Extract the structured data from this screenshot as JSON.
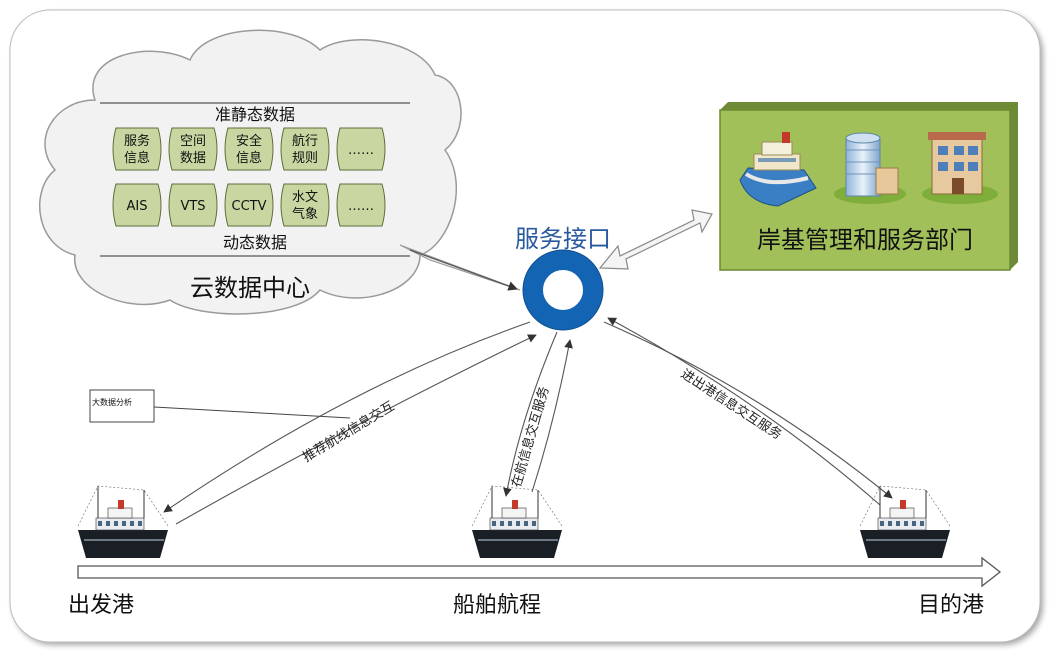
{
  "cloud": {
    "static_title": "准静态数据",
    "static_items": [
      {
        "line1": "服务",
        "line2": "信息"
      },
      {
        "line1": "空间",
        "line2": "数据"
      },
      {
        "line1": "安全",
        "line2": "信息"
      },
      {
        "line1": "航行",
        "line2": "规则"
      },
      {
        "line1": "……",
        "line2": ""
      }
    ],
    "dynamic_items": [
      {
        "line1": "AIS",
        "line2": ""
      },
      {
        "line1": "VTS",
        "line2": ""
      },
      {
        "line1": "CCTV",
        "line2": ""
      },
      {
        "line1": "水文",
        "line2": "气象"
      },
      {
        "line1": "……",
        "line2": ""
      }
    ],
    "dynamic_title": "动态数据",
    "label": "云数据中心"
  },
  "service_interface": {
    "label": "服务接口"
  },
  "shore": {
    "label": "岸基管理和服务部门",
    "icons": [
      "ship-icon",
      "office-tower-icon",
      "apartment-building-icon"
    ]
  },
  "bigdata_box": {
    "label": "大数据分析"
  },
  "links": {
    "left": "推荐航线信息交互",
    "middle": "在航信息交互服务",
    "right": "进出港信息交互服务"
  },
  "ships": {
    "icons": [
      "ship-icon",
      "ship-icon",
      "ship-icon"
    ]
  },
  "timeline": {
    "start": "出发港",
    "middle": "船舶航程",
    "end": "目的港"
  },
  "colors": {
    "cloud_fill": "#f2f2f2",
    "cell_fill": "#c8d7a2",
    "shore_fill": "#a2c05a",
    "ring_blue": "#1464b4",
    "title_blue": "#2a5a9e"
  }
}
